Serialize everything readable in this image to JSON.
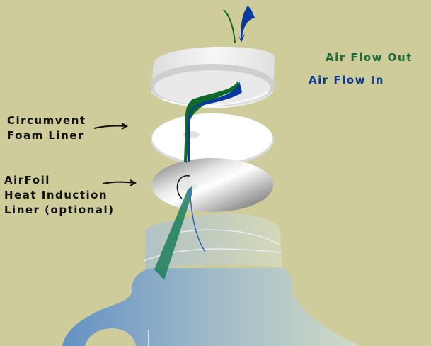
{
  "legend": {
    "air_flow_out": {
      "text": "Air Flow Out",
      "color": "#1A6B35"
    },
    "air_flow_in": {
      "text": "Air Flow In",
      "color": "#0C3A96"
    }
  },
  "labels": {
    "foam_liner": [
      "Circumvent",
      "Foam Liner"
    ],
    "airfoil_liner": [
      "AirFoil",
      "Heat Induction",
      "Liner (optional)"
    ]
  },
  "colors": {
    "background": "#CDCC9A",
    "flow_out": "#0D6A2A",
    "flow_in": "#0B3A9E",
    "cap": "#F2F2F2",
    "foil": "#9A9A9A",
    "bottle": "#8FB0CC"
  }
}
